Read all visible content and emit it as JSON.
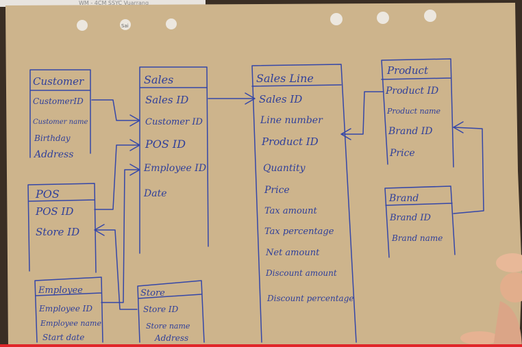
{
  "colors": {
    "paper": "#cdb48c",
    "ink": "#3446a8",
    "desk": "#3a2e24",
    "progress_bar": "#e0262a",
    "skin": "#e8b898"
  },
  "top_strip_text": "WM - 4CM SSYC Vuarrang",
  "hole_labels": {
    "hole_2": "Sai"
  },
  "entities": {
    "customer": {
      "title": "Customer",
      "fields": [
        "CustomerID",
        "Customer name",
        "Birthday",
        "Address"
      ]
    },
    "sales": {
      "title": "Sales",
      "fields": [
        "Sales ID",
        "Customer ID",
        "POS ID",
        "Employee ID",
        "Date"
      ]
    },
    "sales_line": {
      "title": "Sales Line",
      "fields": [
        "Sales ID",
        "Line number",
        "Product ID",
        "Quantity",
        "Price",
        "Tax amount",
        "Tax percentage",
        "Net amount",
        "Discount amount",
        "Discount percentage"
      ]
    },
    "product": {
      "title": "Product",
      "fields": [
        "Product ID",
        "Product name",
        "Brand ID",
        "Price"
      ]
    },
    "brand": {
      "title": "Brand",
      "fields": [
        "Brand ID",
        "Brand name"
      ]
    },
    "pos": {
      "title": "POS",
      "fields": [
        "POS ID",
        "Store ID"
      ]
    },
    "employee": {
      "title": "Employee",
      "fields": [
        "Employee ID",
        "Employee name",
        "Start date"
      ]
    },
    "store": {
      "title": "Store",
      "fields": [
        "Store ID",
        "Store name",
        "Address"
      ]
    }
  }
}
